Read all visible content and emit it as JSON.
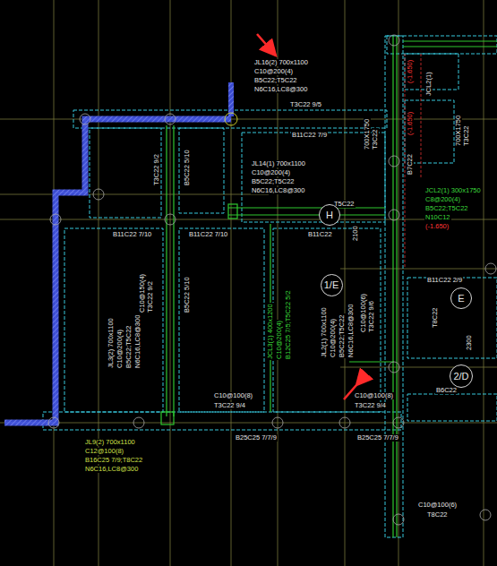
{
  "diagram": {
    "nodes": [
      {
        "text": [
          "H"
        ]
      },
      {
        "text": [
          "1/E"
        ]
      },
      {
        "text": [
          "E"
        ]
      },
      {
        "text": [
          "2/D"
        ]
      }
    ],
    "labels": [
      "JL16(2) 700x1100",
      "C10@200(4)",
      "B5C22;T5C22",
      "N6C16,LC8@300",
      "T3C22 9/5",
      "B11C22 7/9",
      "700X1750",
      "T3C22",
      "JCL2(1)",
      "(-1.650)",
      "(-1.650)",
      "B7C22",
      "700X1750",
      "T3C22",
      "JCL2(1) 300x1750",
      "C8@200(4)",
      "B5C22;T5C22",
      "N10C12",
      "(-1.650)",
      "JL14(1) 700x1100",
      "C10@200(4)",
      "B5C22;T5C22",
      "N6C16,LC8@300",
      "T5C22",
      "T3C22 9/2",
      "B5C22 5/10",
      "B11C22 7/10",
      "B11C22 7/10",
      "B11C22",
      "2100",
      "C10@150(4)",
      "T3C22 9/2",
      "B5C22 5/10",
      "JL3(2) 700x1100",
      "C10@200(4)",
      "B5C22;T5C22",
      "N6C16,LC8@300",
      "JCL3(1) 400x1200",
      "C10@200(4)",
      "B12C25 7/5;T5C22 5/2",
      "JL2(1) 700x1100",
      "C10@200(4)",
      "B5C22;T5C22",
      "N6C16,LC8@300",
      "C10@100(6)",
      "T3C22 9/6",
      "B11C22 2/9",
      "T8C22",
      "2300",
      "B6C22",
      "C10@100(8)",
      "T3C22 9/4",
      "C10@100(8)",
      "T3C22 9/4",
      "B25C25 7/7/9",
      "B25C25 7/7/9",
      "JL9(2) 700x1100",
      "C12@100(8)",
      "B16C25 7/9;T8C22",
      "N6C16,LC8@300",
      "C10@100(6)",
      "T8C22"
    ]
  }
}
